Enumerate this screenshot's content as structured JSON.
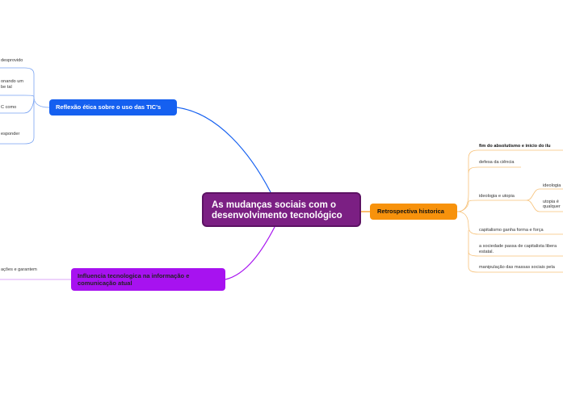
{
  "central": {
    "line1": "As mudanças sociais com o",
    "line2": "desenvolvimento tecnológico"
  },
  "blue_branch": {
    "label": "Reflexão ética sobre o uso das TIC's",
    "color": "#1560f0",
    "items": [
      "desprovido",
      "onando um",
      "be tal",
      "C como",
      "esponder"
    ]
  },
  "orange_branch": {
    "label": "Retrospectiva historica",
    "color": "#f7920c",
    "items": [
      "fim do absolutismo e inicio do ilu",
      "defesa da ciência",
      "ideologia e utopia",
      "capitalismo ganha forma e força",
      "a sociedade passa de capitalista libera",
      "estatal.",
      "manipulação das massas sociais pela"
    ],
    "subitems": [
      "ideologia",
      "utopia é",
      "qualquer"
    ]
  },
  "purple_branch": {
    "line1": "Influencia tecnologica na informação e",
    "line2": "comunicação atual",
    "color": "#a712f0",
    "items": [
      "ações e garantem"
    ]
  }
}
